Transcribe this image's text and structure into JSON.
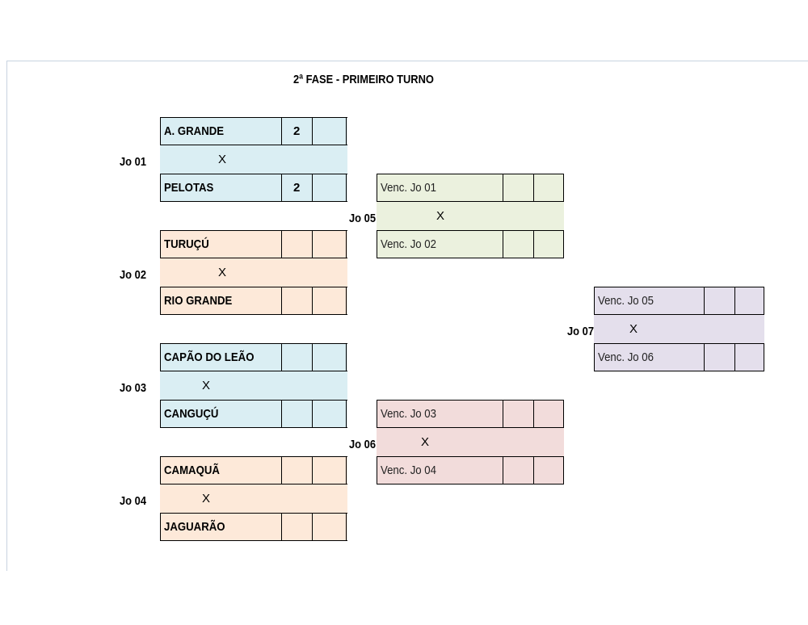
{
  "title": "2ª FASE - PRIMEIRO TURNO",
  "colors": {
    "blue": "#daeef3",
    "orange": "#fde9d9",
    "green": "#ebf1de",
    "pink": "#f2dcdb",
    "purple": "#e4dfec"
  },
  "x_label": "X",
  "round1": [
    {
      "label": "Jo 01",
      "home": {
        "name": "A. GRANDE",
        "score": "2"
      },
      "away": {
        "name": "PELOTAS",
        "score": "2"
      }
    },
    {
      "label": "Jo 02",
      "home": {
        "name": "TURUÇÚ",
        "score": ""
      },
      "away": {
        "name": "RIO GRANDE",
        "score": ""
      }
    },
    {
      "label": "Jo 03",
      "home": {
        "name": "CAPÃO DO LEÃO",
        "score": ""
      },
      "away": {
        "name": "CANGUÇÚ",
        "score": ""
      }
    },
    {
      "label": "Jo 04",
      "home": {
        "name": "CAMAQUÃ",
        "score": ""
      },
      "away": {
        "name": "JAGUARÃO",
        "score": ""
      }
    }
  ],
  "round2": [
    {
      "label": "Jo 05",
      "home": {
        "name": "Venc. Jo 01",
        "score": ""
      },
      "away": {
        "name": "Venc. Jo 02",
        "score": ""
      }
    },
    {
      "label": "Jo 06",
      "home": {
        "name": "Venc. Jo 03",
        "score": ""
      },
      "away": {
        "name": "Venc. Jo 04",
        "score": ""
      }
    }
  ],
  "final": [
    {
      "label": "Jo 07",
      "home": {
        "name": "Venc. Jo 05",
        "score": ""
      },
      "away": {
        "name": "Venc. Jo 06",
        "score": ""
      }
    }
  ]
}
